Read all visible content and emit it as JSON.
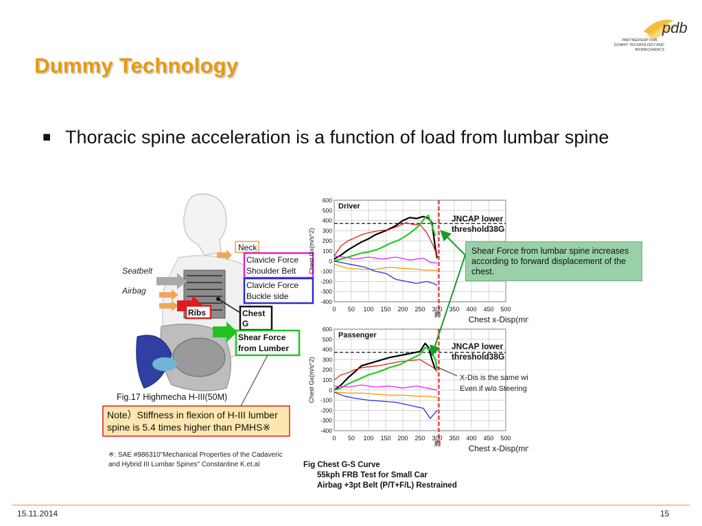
{
  "slide": {
    "title": "Dummy Technology",
    "bullet": "Thoracic spine acceleration is a function of load from lumbar spine",
    "date": "15.11.2014",
    "page_number": "15",
    "accent_color": "#e79a10"
  },
  "logo": {
    "line1": "PARTNERSHIP FOR",
    "line2": "DUMMY TECHNOLOGY AND",
    "line3": "BIOMECHANICS",
    "brand": "pdb"
  },
  "figure": {
    "seatbelt": "Seatbelt",
    "airbag": "Airbag",
    "neck": "Neck",
    "clavicle_shoulder_1": "Clavicle Force",
    "clavicle_shoulder_2": "Shoulder Belt",
    "clavicle_buckle_1": "Clavicle Force",
    "clavicle_buckle_2": "Buckle side",
    "ribs": "Ribs",
    "chest_g_1": "Chest",
    "chest_g_2": "G",
    "shear_1": "Shear Force",
    "shear_2": "from Lumber",
    "fig_caption": "Fig.17    Highmecha H-III(50M)",
    "note_1": "Note）Stiffness in flexion of H-III lumber",
    "note_2": "spine is 5.4 times higher than PMHS※",
    "ref_1": "※: SAE #986310\"Mechanical Properties of the Cadaveric",
    "ref_2": "and Hybrid III Lumbar Spines\" Constantine K.et.al"
  },
  "charts": {
    "caption_1": "Fig Chest G-S Curve",
    "caption_2": "55kph FRB Test for Small Car",
    "caption_3": "Airbag +3pt Belt (P/T+F/L) Restrained",
    "jncap_1": "JNCAP lower",
    "jncap_2": "threshold38G",
    "xdis_1": "X-Dis is the same with Driver,",
    "xdis_2": "Even if w/o Steering Wheel",
    "kanji": "胸"
  },
  "callout": {
    "text": "Shear Force from lumbar spine increases according to forward displacement of the chest."
  },
  "chart_data": [
    {
      "type": "line",
      "title": "Driver",
      "xlabel": "Chest x-Disp(mm)",
      "ylabel": "Chest Gx(m/s^2)",
      "xlim": [
        0,
        500
      ],
      "ylim": [
        -400,
        600
      ],
      "xticks": [
        0,
        50,
        100,
        150,
        200,
        250,
        300,
        350,
        400,
        450,
        500
      ],
      "yticks": [
        600,
        500,
        400,
        300,
        200,
        100,
        0,
        -100,
        -200,
        -300,
        -400
      ],
      "threshold": 372,
      "threshold_label": "JNCAP lower threshold38G",
      "vline_x": 305,
      "grid": true,
      "series": [
        {
          "color": "#000000",
          "x": [
            0,
            20,
            40,
            60,
            80,
            100,
            120,
            150,
            180,
            200,
            220,
            240,
            260,
            275,
            285,
            290,
            295,
            300
          ],
          "y": [
            20,
            60,
            110,
            150,
            190,
            220,
            260,
            300,
            350,
            400,
            430,
            420,
            440,
            420,
            380,
            250,
            120,
            30
          ]
        },
        {
          "color": "#e02020",
          "x": [
            0,
            20,
            40,
            60,
            80,
            100,
            130,
            160,
            190,
            210,
            230,
            250,
            270,
            285,
            295,
            300
          ],
          "y": [
            50,
            150,
            200,
            230,
            260,
            280,
            300,
            310,
            350,
            380,
            360,
            360,
            280,
            180,
            100,
            50
          ]
        },
        {
          "color": "#22cc22",
          "x": [
            0,
            20,
            40,
            60,
            80,
            100,
            130,
            160,
            190,
            210,
            230,
            250,
            265,
            275,
            285,
            295
          ],
          "y": [
            0,
            20,
            40,
            60,
            80,
            90,
            120,
            170,
            210,
            250,
            300,
            360,
            430,
            450,
            350,
            250
          ]
        },
        {
          "color": "#ee22ee",
          "x": [
            0,
            30,
            60,
            100,
            140,
            180,
            220,
            260,
            280,
            300
          ],
          "y": [
            50,
            40,
            20,
            40,
            20,
            40,
            10,
            30,
            -10,
            -20
          ]
        },
        {
          "color": "#ff9900",
          "x": [
            0,
            40,
            80,
            120,
            160,
            200,
            240,
            270,
            300
          ],
          "y": [
            -30,
            -70,
            -80,
            -80,
            -60,
            -70,
            -80,
            -90,
            -90
          ]
        },
        {
          "color": "#2233dd",
          "x": [
            0,
            30,
            60,
            90,
            120,
            150,
            180,
            210,
            240,
            270,
            290,
            300
          ],
          "y": [
            0,
            -20,
            -40,
            -60,
            -100,
            -120,
            -180,
            -200,
            -220,
            -200,
            -220,
            -240
          ]
        }
      ]
    },
    {
      "type": "line",
      "title": "Passenger",
      "xlabel": "Chest x-Disp(mm)",
      "ylabel": "Chest Gx(m/s^2)",
      "xlim": [
        0,
        500
      ],
      "ylim": [
        -400,
        600
      ],
      "xticks": [
        0,
        50,
        100,
        150,
        200,
        250,
        300,
        350,
        400,
        450,
        500
      ],
      "yticks": [
        600,
        500,
        400,
        300,
        200,
        100,
        0,
        -100,
        -200,
        -300,
        -400
      ],
      "threshold": 372,
      "threshold_label": "JNCAP lower threshold38G",
      "vline_x": 305,
      "grid": true,
      "series": [
        {
          "color": "#000000",
          "x": [
            0,
            20,
            40,
            60,
            80,
            100,
            130,
            160,
            190,
            220,
            250,
            265,
            275,
            285,
            295
          ],
          "y": [
            0,
            50,
            120,
            180,
            240,
            260,
            290,
            320,
            340,
            360,
            380,
            460,
            420,
            300,
            200
          ]
        },
        {
          "color": "#e02020",
          "x": [
            0,
            20,
            40,
            60,
            80,
            100,
            130,
            160,
            190,
            220,
            250,
            270,
            290,
            300
          ],
          "y": [
            100,
            150,
            170,
            200,
            220,
            230,
            240,
            260,
            280,
            290,
            300,
            260,
            220,
            180
          ]
        },
        {
          "color": "#22cc22",
          "x": [
            0,
            20,
            40,
            60,
            80,
            100,
            130,
            160,
            190,
            220,
            250,
            265,
            280,
            295,
            300
          ],
          "y": [
            0,
            20,
            60,
            90,
            120,
            150,
            180,
            220,
            250,
            300,
            350,
            420,
            400,
            300,
            200
          ]
        },
        {
          "color": "#ee22ee",
          "x": [
            0,
            40,
            80,
            120,
            160,
            200,
            240,
            270,
            300
          ],
          "y": [
            40,
            30,
            50,
            30,
            40,
            20,
            40,
            20,
            0
          ]
        },
        {
          "color": "#ff9900",
          "x": [
            0,
            40,
            80,
            120,
            160,
            200,
            240,
            270,
            300
          ],
          "y": [
            -20,
            -30,
            -30,
            -40,
            -50,
            -50,
            -60,
            -60,
            -70
          ]
        },
        {
          "color": "#2233dd",
          "x": [
            0,
            30,
            60,
            100,
            140,
            180,
            220,
            260,
            280,
            300
          ],
          "y": [
            -20,
            -60,
            -80,
            -100,
            -110,
            -120,
            -150,
            -180,
            -280,
            -200
          ]
        }
      ]
    }
  ]
}
